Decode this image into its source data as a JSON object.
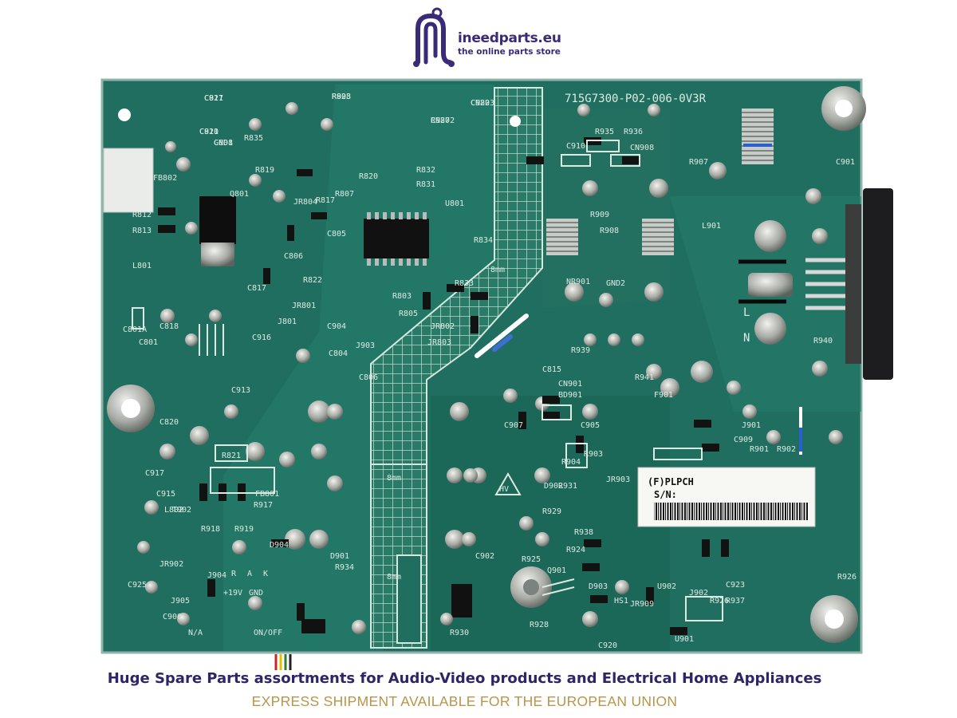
{
  "logo": {
    "brand": "ineedparts.eu",
    "tagline": "the online parts store",
    "color": "#3a2a78"
  },
  "board": {
    "color": "#1f6e5f",
    "part_number": "715G7300-P02-006-0V3R",
    "silkscreen_labels": [
      "C811",
      "R823",
      "C810",
      "CN803",
      "CN802",
      "C808",
      "R835",
      "Q801",
      "FB802",
      "R812",
      "R813",
      "L801",
      "R819",
      "JR804",
      "R817",
      "R807",
      "R820",
      "R832",
      "R831",
      "U801",
      "R834",
      "C805",
      "C806",
      "C817",
      "R822",
      "JR801",
      "R833",
      "R803",
      "R805",
      "JR802",
      "JR803",
      "C801A",
      "C801",
      "C818",
      "J801",
      "C916",
      "C904",
      "C804",
      "C806",
      "C815",
      "J903",
      "C913",
      "C820",
      "R821",
      "C917",
      "FB801",
      "C915",
      "L802",
      "T902",
      "R917",
      "R918",
      "R919",
      "D904",
      "D901",
      "R934",
      "C925",
      "JR902",
      "J904",
      "J905",
      "C906",
      "R935",
      "R936",
      "C910",
      "CN908",
      "R907",
      "C901",
      "R909",
      "R908",
      "NR901",
      "GND2",
      "L901",
      "R940",
      "R939",
      "R941",
      "F901",
      "CN901",
      "BD901",
      "C907",
      "C905",
      "R903",
      "R904",
      "D902",
      "R931",
      "JR903",
      "J901",
      "C909",
      "R902",
      "R901",
      "R929",
      "R938",
      "R924",
      "C902",
      "R925",
      "Q901",
      "R930",
      "R928",
      "D903",
      "HS1",
      "JR909",
      "U902",
      "J902",
      "R926",
      "R937",
      "C923",
      "C920",
      "U901",
      "R926",
      "C927",
      "R908",
      "C921",
      "C922",
      "R927",
      "GND1"
    ],
    "markings": {
      "creepage_1": "8mm",
      "creepage_2": "8mm",
      "creepage_3": "8mm",
      "neutral": "N",
      "line": "L",
      "hv": "HV",
      "pins_19v": "+19V",
      "pins_gnd": "GND",
      "pins_na": "N/A",
      "pins_onoff": "ON/OFF",
      "pin_r": "R",
      "pin_a": "A",
      "pin_k": "K"
    },
    "sticker": {
      "model": "(F)PLPCH",
      "sn_label": "S/N:"
    }
  },
  "footer": {
    "headline": "Huge Spare Parts assortments for Audio-Video products and Electrical Home Appliances",
    "subline": "EXPRESS SHIPMENT AVAILABLE FOR THE EUROPEAN UNION",
    "headline_color": "#2e2566",
    "subline_color": "#b8954a"
  }
}
